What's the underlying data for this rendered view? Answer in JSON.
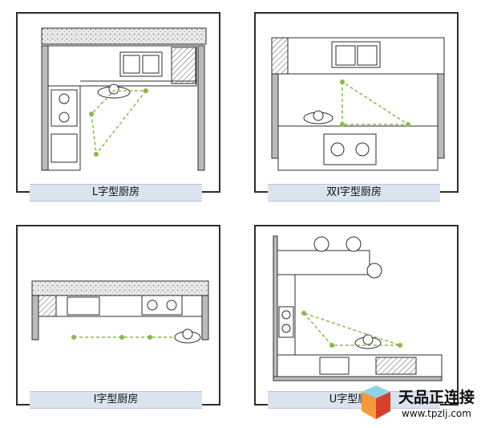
{
  "panels": [
    {
      "id": "l-shape",
      "label": "L字型厨房"
    },
    {
      "id": "double-i",
      "label": "双I字型厨房"
    },
    {
      "id": "i-shape",
      "label": "I字型厨房"
    },
    {
      "id": "u-shape",
      "label": "U字型厨房"
    }
  ],
  "watermark": {
    "title": "天品正连接",
    "url": "www.tpzlj.com"
  },
  "colors": {
    "line": "#2d2d2d",
    "dot": "#8cb84a",
    "label_bg": "#dbe3ee",
    "counter": "#cfcfcf"
  }
}
